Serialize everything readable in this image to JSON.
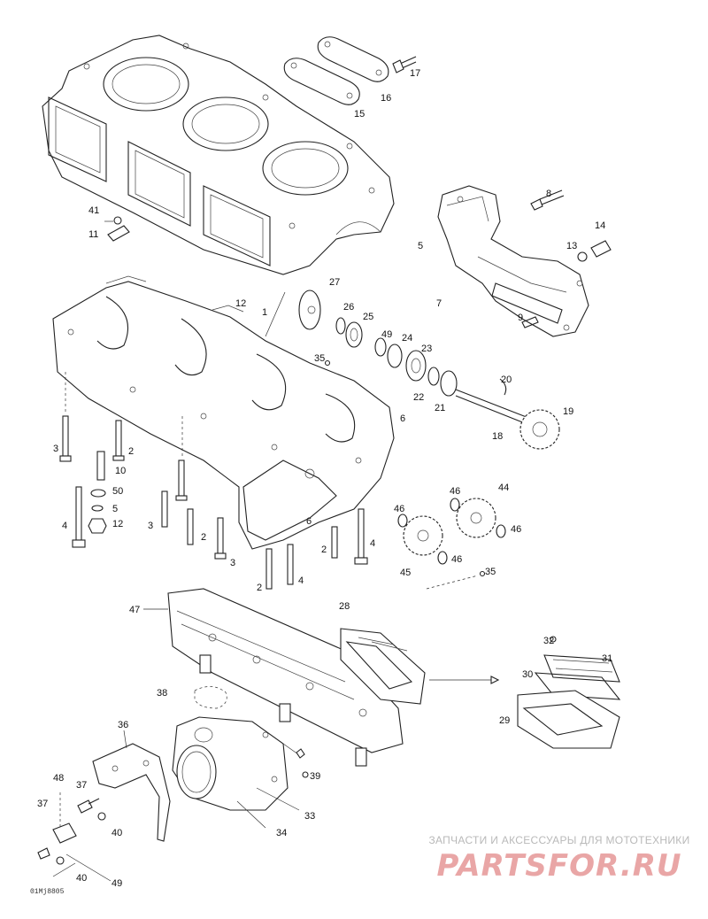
{
  "diagram": {
    "drawing_code": "01Mj8805",
    "watermark_caption": "ЗАПЧАСТИ И АКСЕССУАРЫ ДЛЯ МОТОТЕХНИКИ",
    "watermark_logo": "PARTSFOR.RU"
  },
  "labels": [
    {
      "text": "17"
    },
    {
      "text": "16"
    },
    {
      "text": "15"
    },
    {
      "text": "8"
    },
    {
      "text": "14"
    },
    {
      "text": "41"
    },
    {
      "text": "5"
    },
    {
      "text": "13"
    },
    {
      "text": "11"
    },
    {
      "text": "27"
    },
    {
      "text": "7"
    },
    {
      "text": "12"
    },
    {
      "text": "26"
    },
    {
      "text": "9"
    },
    {
      "text": "1"
    },
    {
      "text": "25"
    },
    {
      "text": "49"
    },
    {
      "text": "24"
    },
    {
      "text": "23"
    },
    {
      "text": "35"
    },
    {
      "text": "22"
    },
    {
      "text": "20"
    },
    {
      "text": "21"
    },
    {
      "text": "19"
    },
    {
      "text": "6"
    },
    {
      "text": "3"
    },
    {
      "text": "2"
    },
    {
      "text": "18"
    },
    {
      "text": "10"
    },
    {
      "text": "50"
    },
    {
      "text": "46"
    },
    {
      "text": "44"
    },
    {
      "text": "5"
    },
    {
      "text": "3"
    },
    {
      "text": "6"
    },
    {
      "text": "12"
    },
    {
      "text": "46"
    },
    {
      "text": "46"
    },
    {
      "text": "4"
    },
    {
      "text": "2"
    },
    {
      "text": "3"
    },
    {
      "text": "4"
    },
    {
      "text": "2"
    },
    {
      "text": "46"
    },
    {
      "text": "35"
    },
    {
      "text": "45"
    },
    {
      "text": "2"
    },
    {
      "text": "4"
    },
    {
      "text": "28"
    },
    {
      "text": "47"
    },
    {
      "text": "32"
    },
    {
      "text": "31"
    },
    {
      "text": "38"
    },
    {
      "text": "30"
    },
    {
      "text": "29"
    },
    {
      "text": "36"
    },
    {
      "text": "48"
    },
    {
      "text": "39"
    },
    {
      "text": "37"
    },
    {
      "text": "37"
    },
    {
      "text": "33"
    },
    {
      "text": "40"
    },
    {
      "text": "34"
    },
    {
      "text": "40"
    },
    {
      "text": "49"
    }
  ]
}
